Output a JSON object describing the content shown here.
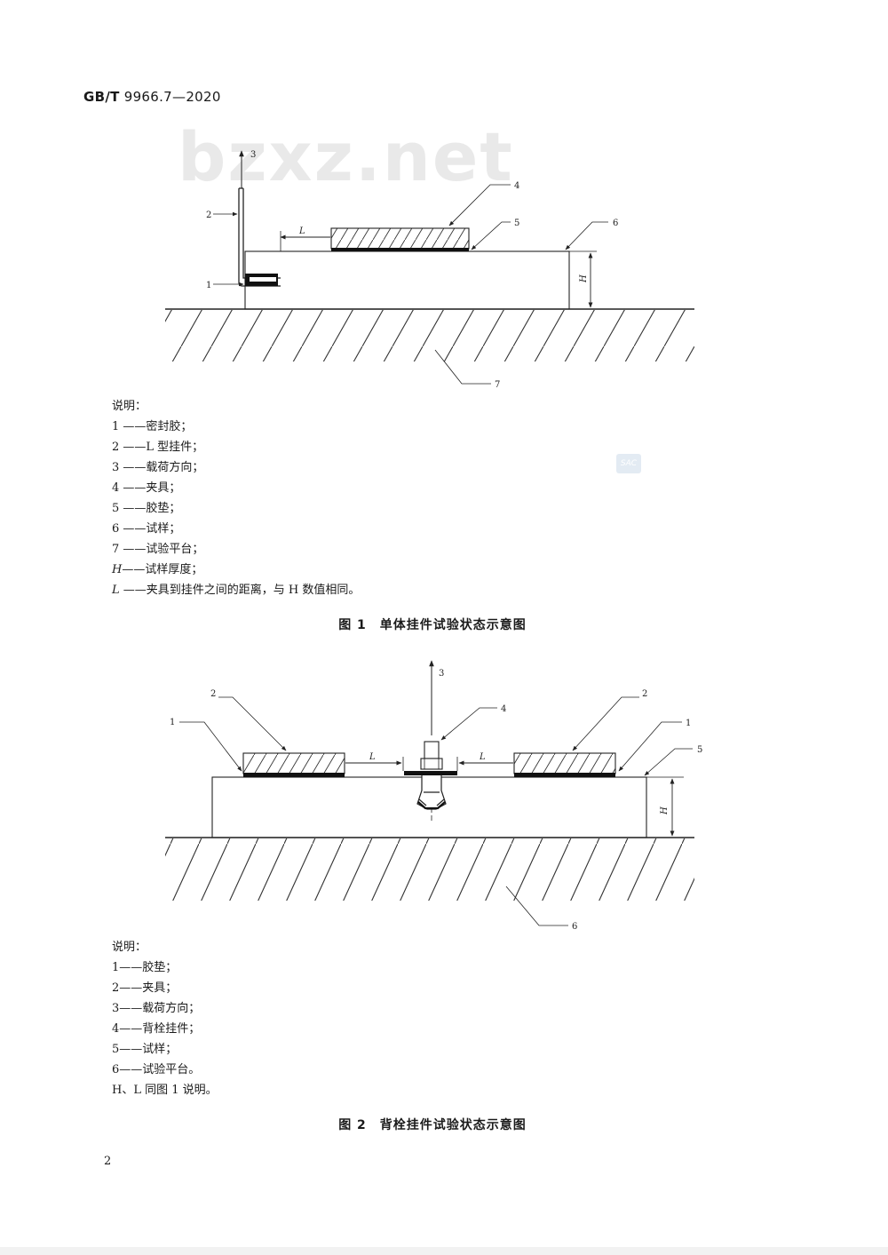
{
  "header": {
    "prefix": "GB/T",
    "number": "9966.7—2020"
  },
  "watermark": "bzxz.net",
  "stamp": "SAC",
  "figure1": {
    "labels": {
      "n1": "1",
      "n2": "2",
      "n3": "3",
      "n4": "4",
      "n5": "5",
      "n6": "6",
      "n7": "7",
      "L": "L",
      "H": "H"
    },
    "legend_title": "说明：",
    "legend": [
      {
        "key": "1 ——",
        "text": "密封胶；"
      },
      {
        "key": "2 ——",
        "text": "L 型挂件；"
      },
      {
        "key": "3 ——",
        "text": "载荷方向；"
      },
      {
        "key": "4 ——",
        "text": "夹具；"
      },
      {
        "key": "5 ——",
        "text": "胶垫；"
      },
      {
        "key": "6 ——",
        "text": "试样；"
      },
      {
        "key": "7 ——",
        "text": "试验平台；"
      },
      {
        "key": "H——",
        "text": "试样厚度；"
      },
      {
        "key": "L ——",
        "text": "夹具到挂件之间的距离，与 H 数值相同。"
      }
    ],
    "caption": "图 1　单体挂件试验状态示意图"
  },
  "figure2": {
    "labels": {
      "n1a": "1",
      "n1b": "1",
      "n2a": "2",
      "n2b": "2",
      "n3": "3",
      "n4": "4",
      "n5": "5",
      "n6": "6",
      "La": "L",
      "Lb": "L",
      "H": "H"
    },
    "legend_title": "说明：",
    "legend": [
      {
        "key": "1——",
        "text": "胶垫；"
      },
      {
        "key": "2——",
        "text": "夹具；"
      },
      {
        "key": "3——",
        "text": "载荷方向；"
      },
      {
        "key": "4——",
        "text": "背栓挂件；"
      },
      {
        "key": "5——",
        "text": "试样；"
      },
      {
        "key": "6——",
        "text": "试验平台。"
      }
    ],
    "note": "H、L 同图 1 说明。",
    "caption": "图 2　背栓挂件试验状态示意图"
  },
  "page_number": "2"
}
